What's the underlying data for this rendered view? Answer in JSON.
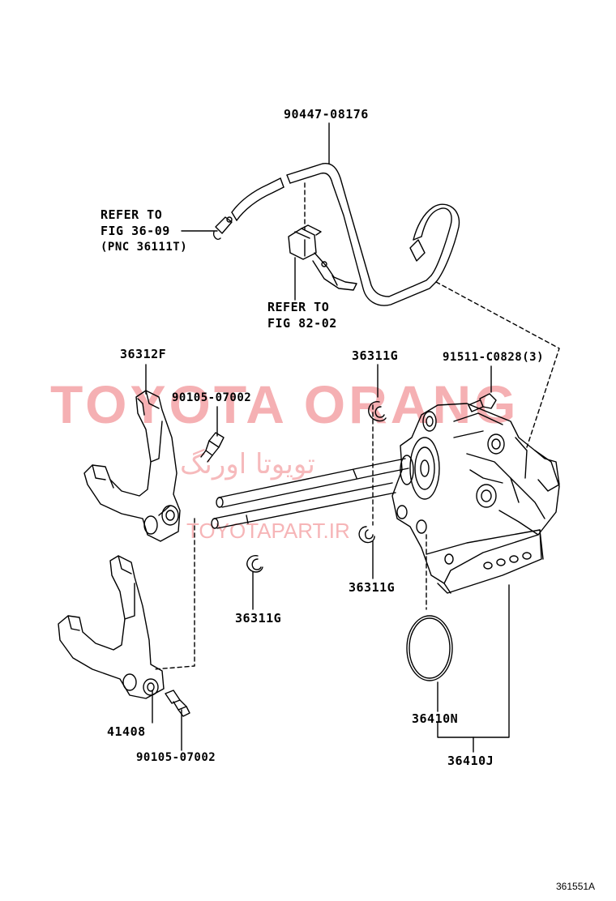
{
  "part_labels": {
    "hose_upper": "90447-08176",
    "refer_left_line1": "REFER TO",
    "refer_left_line2": "FIG 36-09",
    "refer_left_line3": "(PNC 36111T)",
    "refer_mid_line1": "REFER TO",
    "refer_mid_line2": "FIG 82-02",
    "fork_upper": "36312F",
    "ring_upper": "36311G",
    "bolt_right": "91511-C0828(3)",
    "bolt_fork_upper": "90105-07002",
    "ring_mid_left": "36311G",
    "ring_mid_right": "36311G",
    "fork_lower": "41408",
    "bolt_fork_lower": "90105-07002",
    "oring": "36410N",
    "assembly": "36410J",
    "figure_id": "361551A"
  },
  "watermark": {
    "brand": "TOYOTA ORANG",
    "site": "TOYOTAPART.IR",
    "script": "تویوتا اورنگ"
  },
  "colors": {
    "line": "#000000",
    "watermark": "#f4a3a6"
  }
}
